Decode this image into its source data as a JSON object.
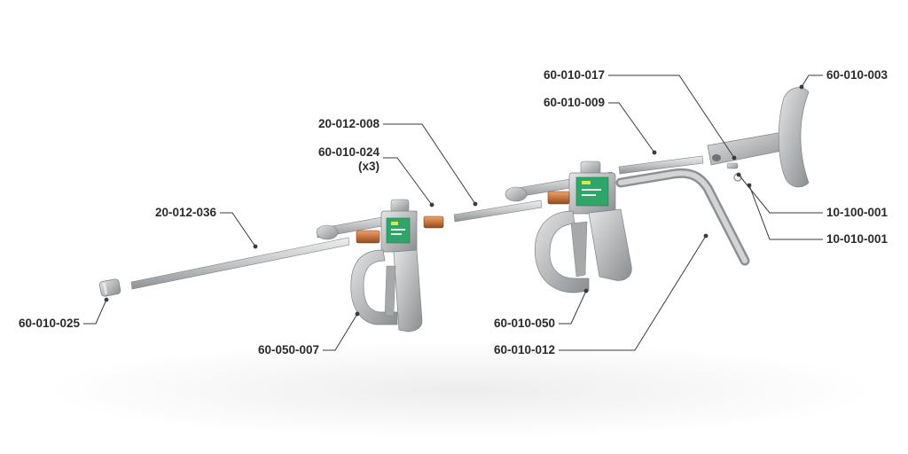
{
  "callouts": {
    "c_60_010_017": "60-010-017",
    "c_60_010_003": "60-010-003",
    "c_60_010_009": "60-010-009",
    "c_20_012_008": "20-012-008",
    "c_60_010_024": "60-010-024",
    "c_x3": "(x3)",
    "c_20_012_036": "20-012-036",
    "c_10_100_001": "10-100-001",
    "c_10_010_001": "10-010-001",
    "c_60_010_025": "60-010-025",
    "c_60_010_050": "60-010-050",
    "c_60_050_007": "60-050-007",
    "c_60_010_012": "60-010-012"
  },
  "colors": {
    "steel_light": "#d9dadb",
    "steel_mid": "#b4b6b8",
    "steel_dark": "#8d9092",
    "copper": "#c8753e",
    "label_green": "#2fa56a",
    "leader": "#3a3a3a"
  }
}
